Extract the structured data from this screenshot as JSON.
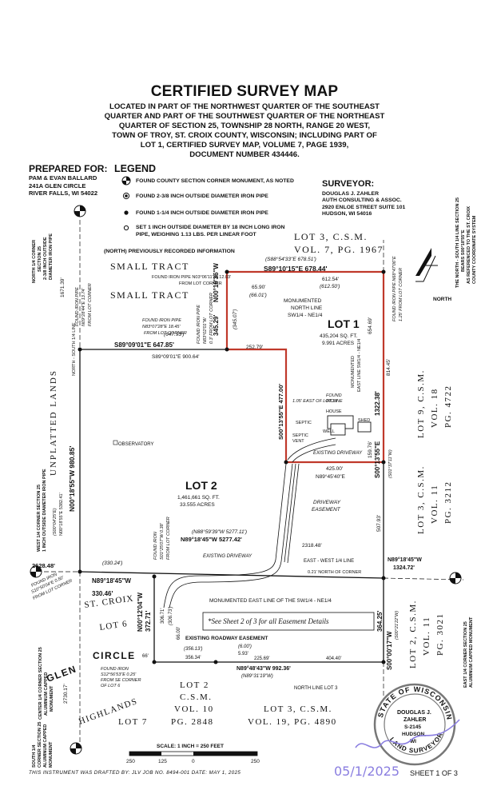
{
  "title": "CERTIFIED SURVEY MAP",
  "subtitle_lines": [
    "LOCATED IN PART OF THE NORTHWEST QUARTER OF THE SOUTHEAST",
    "QUARTER AND PART OF THE SOUTHWEST QUARTER OF THE NORTHEAST",
    "QUARTER OF SECTION 25, TOWNSHIP 28 NORTH, RANGE 20 WEST,",
    "TOWN OF TROY, ST. CROIX COUNTY, WISCONSIN; INCLUDING PART OF",
    "LOT 1, CERTIFIED SURVEY MAP, VOLUME 7, PAGE 1939,",
    "DOCUMENT NUMBER 434446."
  ],
  "prepared_for": {
    "heading": "PREPARED FOR:",
    "lines": [
      "PAM & EVAN BALLARD",
      "241A GLEN CIRCLE",
      "RIVER FALLS, WI 54022"
    ]
  },
  "legend": {
    "heading": "LEGEND",
    "items": [
      {
        "icon": "section-monument-icon",
        "text": "FOUND COUNTY SECTION CORNER MONUMENT, AS NOTED"
      },
      {
        "icon": "iron-pipe-238-icon",
        "text": "FOUND 2-3/8 INCH OUTSIDE DIAMETER IRON PIPE"
      },
      {
        "icon": "iron-pipe-114-icon",
        "text": "FOUND 1-1/4 INCH OUTSIDE DIAMETER IRON PIPE"
      },
      {
        "icon": "set-pipe-icon",
        "text": "SET 1 INCH OUTSIDE DIAMETER BY 18 INCH LONG IRON PIPE, WEIGHING 1.13 LBS. PER LINEAR FOOT"
      },
      {
        "icon": "",
        "text": "(NORTH)   PREVIOUSLY RECORDED INFORMATION"
      }
    ]
  },
  "surveyor": {
    "heading": "SURVEYOR:",
    "lines": [
      "DOUGLAS J. ZAHLER",
      "AUTH CONSULTING & ASSOC.",
      "2920 ENLOE STREET SUITE 101",
      "HUDSON, WI 54016"
    ]
  },
  "map": {
    "lot1": [
      "LOT 1",
      "435,204 SQ. FT.",
      "9.991 ACRES"
    ],
    "lot2": [
      "LOT 2",
      "1,461,661 SQ. FT.",
      "33.555 ACRES"
    ],
    "small_tract": "SMALL TRACT",
    "lot3_csm_top": "LOT 3, C.S.M.",
    "vol7": "VOL. 7, PG. 1967",
    "north_line_top": "S89°10'15\"E  678.44'",
    "north_line_top_rec": "(S88°54'33\"E 678.51')",
    "l61254": "612.54'",
    "l61250": "(612.50')",
    "monumented_north": [
      "MONUMENTED",
      "NORTH LINE",
      "SW1/4 - NE1/4"
    ],
    "l6590": "65.90'",
    "l6601": "(66.01')",
    "l34529": "345.29'",
    "l34507": "(345.07')",
    "bearing_n00_19_36": "N00°19'36\"W",
    "l25279": "252.79'",
    "s89_09_01": "S89°09'01\"E  647.85'",
    "s89_900": "S89°09'01\"E 900.64'",
    "l64793": "(647.93')",
    "found_iron_top": [
      "FOUND IRON PIPE N03°06'11\"W 12.03'",
      "FROM LOT CORNER"
    ],
    "observatory": "OBSERVATORY",
    "unplatted": "UNPLATTED   LANDS",
    "west_line": "N00°18'55\"W  980.85'",
    "west_line_rec": "(S00°04'25\"E)",
    "west_line_rec2": "N00°18'55\"E 5382.41'",
    "l167139": "1671.39'",
    "north_s14": "NORTH - SOUTH 1/4 LINE",
    "nw_pipe_note": [
      "FOUND IRON PIPE",
      "N09°28'44\"E 13.74'",
      "FROM LOT CORNER"
    ],
    "found_iron_w": [
      "FOUND IRON PIPE",
      "N83°07'28\"E 18.45'",
      "FROM LOT CORNER"
    ],
    "found_iron_w2": [
      "FOUND IRON PIPE",
      "N83°07'28\"E 18.45'",
      "FROM LOT CORNER"
    ],
    "found_iron_mid": [
      "FOUND IRON PIPE",
      "N83°02'01\"W",
      "0.3' FROM LOT CORNER"
    ],
    "l65469": "654.69'",
    "l81445": "814.45'",
    "l132238": "1322.38'",
    "l15976": "159.76'",
    "e_line": "S00°13'55\"E",
    "e_line_rec": "(S01°37'11\"W)",
    "monumented_east": [
      "MONUMENTED",
      "EAST LINE SW1/4 - NE1/4"
    ],
    "found_iron_ne": [
      "FOUND IRON PIPE N68°47'06\"E",
      "1.25' FROM LOT CORNER"
    ],
    "l1_05": "1.05' EAST OF LOT LINE",
    "found_iron_e": [
      "FOUND",
      "IRON"
    ],
    "house": "HOUSE",
    "shed": "SHED",
    "septic": "SEPTIC",
    "septic_vent": [
      "SEPTIC",
      "VENT"
    ],
    "well": "WELL",
    "existing_driveway": "EXISTING DRIVEWAY",
    "s00_13_55_477": "S00°13'55\"E  477.00'",
    "l42500": "425.00'",
    "n89_45_40": "N89°45'40\"E",
    "driveway_easement": [
      "DRIVEWAY",
      "EASEMENT"
    ],
    "l50793": "507.93'",
    "n88_59": "(N88°59'39\"W 5277.11')",
    "n89_18_45_5277": "N89°18'45\"W 5277.42'",
    "l231848": "2318.48'",
    "ew_line": "EAST - WEST 1/4 LINE",
    "l021": "0.21' NORTH OF CORNER",
    "n89_18_45_132472": "N89°18'45\"W",
    "l132472": "1324.72'",
    "l33024": "(330.24')",
    "l262848": "2628.48'",
    "n89_18_45_33046": "N89°18'45\"W",
    "l33046": "330.46'",
    "existing_driveway2": "EXISTING DRIVEWAY",
    "monumented_east_sw": "MONUMENTED EAST LINE OF THE SW1/4 - NE1/4",
    "see_sheet2": "*See Sheet 2 of 3 for all Easement Details",
    "found_iron_s": [
      "FOUND IRON",
      "S01°25'07\"W 0.38'",
      "FROM LOT CORNER"
    ],
    "l30671": "306.71'",
    "l30673": "(306.73')",
    "l6600": "66.00'",
    "l37271": "372.71'",
    "n00_12_04": "N00°12'04\"W",
    "s00_00_17": "S00°00'17\"W",
    "s00_00_17_rec": "(S00°21'22\"W)",
    "l36425": "364.25'",
    "existing_roadway": "EXISTING ROADWAY EASEMENT",
    "l35613": "(356.13')",
    "l35634": "356.34'",
    "l600": "(6.00')",
    "l593": "5.93'",
    "l22569": "225.69'",
    "l40440": "404.40'",
    "n89_48_43": "N89°48'43\"W 992.36'",
    "n89_31_19": "(N89°31'19\"W)",
    "north_line_lot3": "NORTH LINE LOT 3",
    "found_iron_glen": [
      "FOUND IRON",
      "S12°56'53\"E 0.25'",
      "FROM SE CORNER",
      "OF LOT 6"
    ],
    "l66": "66'",
    "st_croix": "ST. CROIX",
    "lot6": "LOT 6",
    "glen": "GLEN",
    "circle": "CIRCLE",
    "highlands": "HIGHLANDS",
    "lot7": "LOT 7",
    "l273017": "2730.17'",
    "lot2_csm": "LOT 2",
    "csm": "C.S.M.",
    "vol10": "VOL. 10",
    "pg2848": "PG. 2848",
    "lot3_csm_bot": "LOT 3, C.S.M.",
    "vol19": "VOL. 19, PG. 4890",
    "lot9_right": [
      "LOT 9, C.S.M.",
      "VOL. 18",
      "PG. 4722"
    ],
    "lot3_right": [
      "LOT 3, C.S.M.",
      "VOL. 11",
      "PG. 3212"
    ],
    "lot2_right": [
      "LOT 2, C.S.M.",
      "VOL. 11",
      "PG. 3021"
    ],
    "ne_corner_note": [
      "THE NORTH - SOUTH 1/4 LINE SECTION 25",
      "BEARS S00°18'55\"E",
      "AS REFERENCED TO THE ST. CROIX",
      "COUNTY COORDINATE SYSTEM"
    ],
    "north_label": "NORTH",
    "n14_corner": [
      "NORTH 1/4 CORNER",
      "SECTION 25",
      "2-3/8 INCH OUTSIDE",
      "DIAMETER IRON PIPE"
    ],
    "w14_corner": [
      "WEST 1/4 CORNER SECTION 25",
      "1 INCH OUTSIDE DIAMETER IRON PIPE"
    ],
    "e14_corner": [
      "EAST 1/4 CORNER SECTION 25",
      "ALUMINUM CAPPED MONUMENT"
    ],
    "s14_corner_left": [
      "CENTER 1/4 CORNER SECTION 25",
      "ALUMINUM CAPPED",
      "MONUMENT"
    ],
    "s14_corner_bottom": [
      "SOUTH 1/4",
      "CORNER SECTION 25",
      "ALUMINUM CAPPED",
      "MONUMENT"
    ],
    "found_iron_sw": [
      "FOUND IRON",
      "S10°50'04\"E 0.50'",
      "FROM LOT CORNER"
    ]
  },
  "scale": {
    "label": "SCALE:  1 INCH = 250 FEET",
    "ticks": [
      "250",
      "125",
      "0",
      "250"
    ]
  },
  "seal": {
    "ring": "STATE OF WISCONSIN",
    "ring_bottom": "LAND SURVEYOR",
    "lines": [
      "DOUGLAS J.",
      "ZAHLER",
      "S-2145",
      "HUDSON,",
      "WI"
    ]
  },
  "drafted": "THIS INSTRUMENT WAS DRAFTED BY:  JLV     JOB NO. 8494-001     DATE:  MAY 1, 2025",
  "signature_date": "05/1/2025",
  "sheet": "SHEET 1 OF 3",
  "colors": {
    "lot1_outline": "#c0392b",
    "ink": "#111111",
    "signature": "#8a7ee0"
  }
}
